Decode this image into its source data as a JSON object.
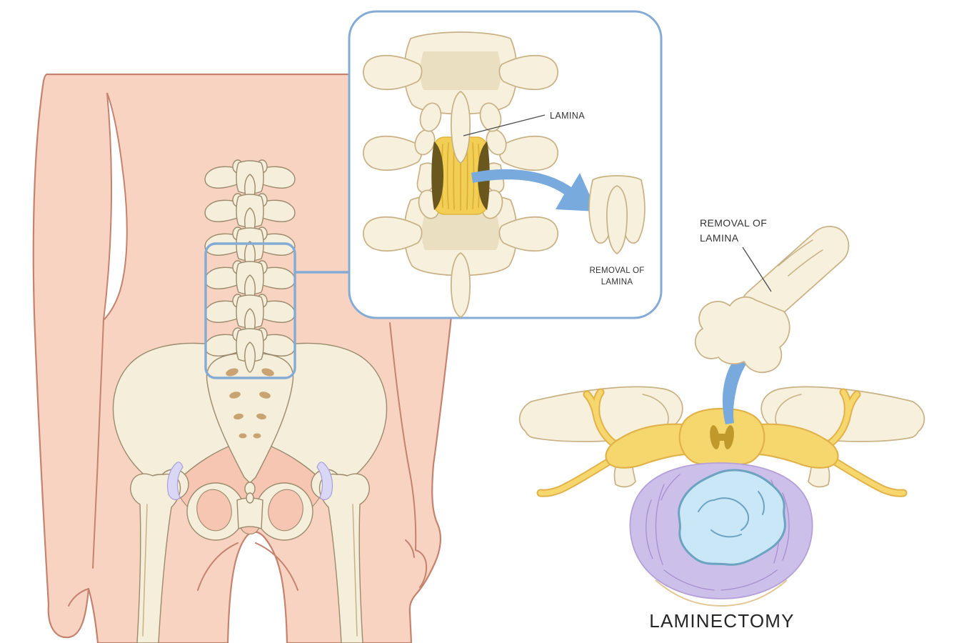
{
  "figure": {
    "title": "LAMINECTOMY",
    "inset": {
      "lamina_label": "LAMINA",
      "removal_caption": {
        "line1": "REMOVAL OF",
        "line2": "LAMINA"
      }
    },
    "cross_section": {
      "removal_label": {
        "line1": "REMOVAL OF",
        "line2": "LAMINA"
      }
    }
  },
  "icons": {
    "inset_removal_arrow": "curved-arrow-pointing-right",
    "lift_removal_arrow": "curved-arrow-pointing-up"
  },
  "theme": {
    "skin": "#F9D3C2",
    "skin_deep": "#F6C6B2",
    "skin_line": "#C5826E",
    "bone": "#F5EEDB",
    "bone_line": "#9B8A6B",
    "bone2": "#F7F0DC",
    "bone_line2": "#C8B185",
    "bone_shade": "#EBDFC2",
    "foramina": "#C9A472",
    "cartilage": "#DAD6F6",
    "cartilage_line": "#A7A0D6",
    "accent": "#84ABD6",
    "arrow": "#79AADD",
    "flavum": "#F2CE55",
    "flavum_line": "#E0B33C",
    "flavum_stria": "#D9AE35",
    "cut_shadow": "#6A571D",
    "nerve": "#F6D76E",
    "nerve_line": "#E2B24A",
    "gray_matter": "#BF992C",
    "disc": "#CCBFE9",
    "disc_line": "#B5A0D8",
    "disc_streak": "#A78FD0",
    "nucleus": "#C9E7F6",
    "nucleus_line": "#6BA3C1",
    "tan_arc": "#E3C693",
    "ink": "#333333",
    "title_ink": "#262626"
  }
}
